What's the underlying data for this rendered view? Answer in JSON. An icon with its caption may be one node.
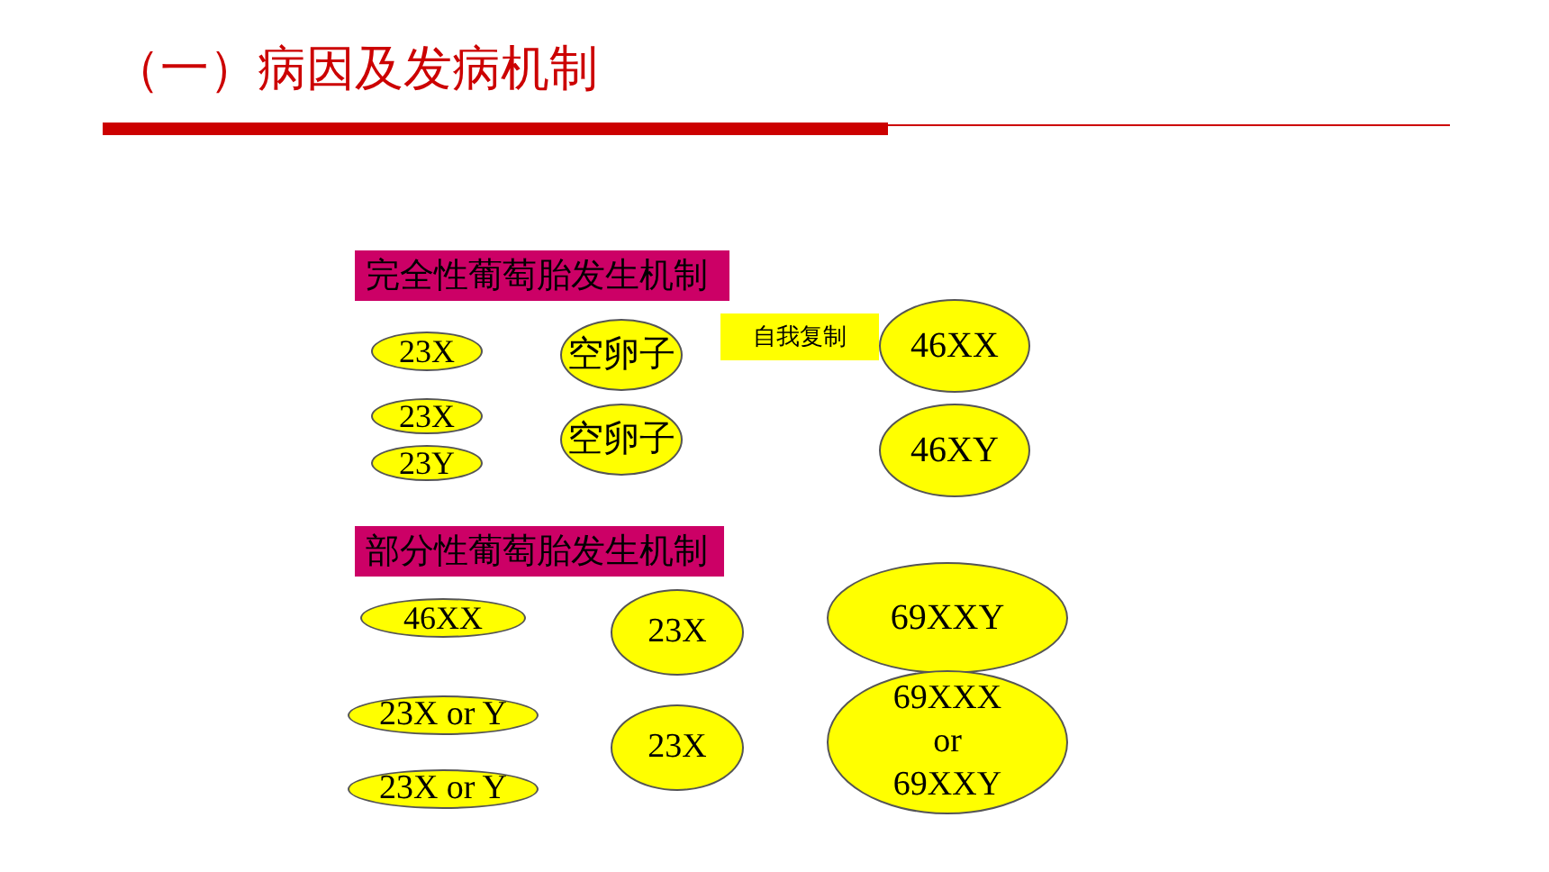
{
  "diagram": {
    "title": "（一）病因及发病机制",
    "nodes": [
      {
        "text": [
          "完全性葡萄胎发生机制"
        ]
      },
      {
        "text": [
          "23X"
        ]
      },
      {
        "text": [
          "空卵子"
        ]
      },
      {
        "text": [
          "自我复制"
        ]
      },
      {
        "text": [
          "46XX"
        ]
      },
      {
        "text": [
          "23X"
        ]
      },
      {
        "text": [
          "23Y"
        ]
      },
      {
        "text": [
          "空卵子"
        ]
      },
      {
        "text": [
          "46XY"
        ]
      },
      {
        "text": [
          "部分性葡萄胎发生机制"
        ]
      },
      {
        "text": [
          "46XX"
        ]
      },
      {
        "text": [
          "23X"
        ]
      },
      {
        "text": [
          "69XXY"
        ]
      },
      {
        "text": [
          "23X or Y"
        ]
      },
      {
        "text": [
          "23X"
        ]
      },
      {
        "text": [
          "69XXX or 69XXY"
        ]
      },
      {
        "text": [
          "23X or Y"
        ]
      }
    ],
    "edges": []
  }
}
